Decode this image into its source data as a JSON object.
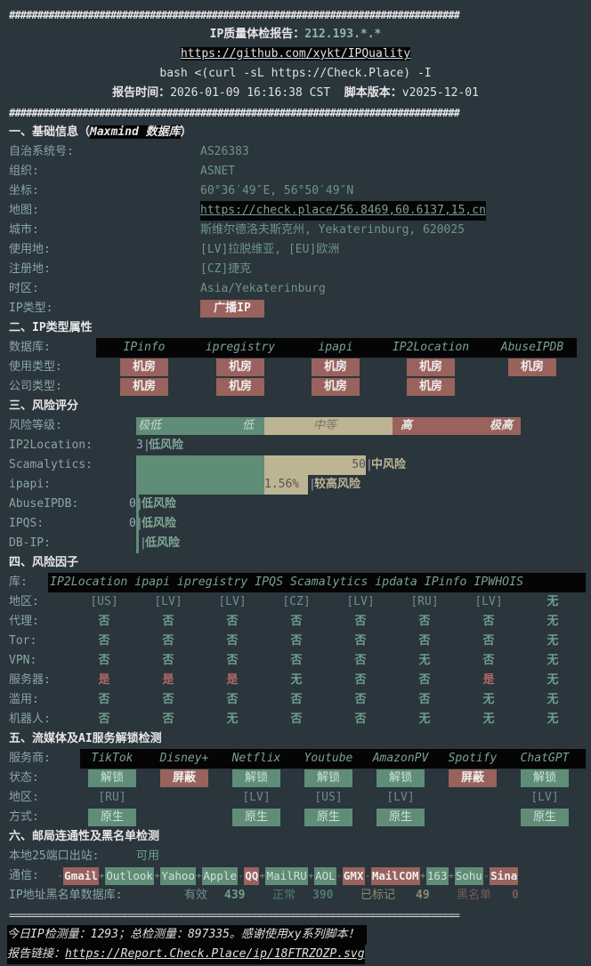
{
  "header": {
    "hash_line": "################################################################################",
    "title_label": "IP质量体检报告：",
    "title_ip": "212.193.*.*",
    "github_url": "https://github.com/xykt/IPQuality",
    "command": "bash <(curl -sL https://Check.Place) -I",
    "report_time_label": "报告时间：",
    "report_time": "2026-01-09 16:16:38 CST",
    "script_version_label": "脚本版本：",
    "script_version": "v2025-12-01"
  },
  "basic": {
    "title": "一、基础信息（",
    "title_db": "Maxmind 数据库",
    "title_end": "）",
    "rows": [
      {
        "label": "自治系统号:",
        "value": "AS26383"
      },
      {
        "label": "组织:",
        "value": "ASNET"
      },
      {
        "label": "坐标:",
        "value": "60°36′49″E, 56°50′49″N"
      },
      {
        "label": "地图:",
        "value": "https://check.place/56.8469,60.6137,15,cn"
      },
      {
        "label": "城市:",
        "value": "斯维尔德洛夫斯克州, Yekaterinburg, 620025"
      },
      {
        "label": "使用地:",
        "value": "[LV]拉脱维亚, [EU]欧洲"
      },
      {
        "label": "注册地:",
        "value": "[CZ]捷克"
      },
      {
        "label": "时区:",
        "value": "Asia/Yekaterinburg"
      },
      {
        "label": "IP类型:",
        "value": "广播IP"
      }
    ]
  },
  "iptype": {
    "title": "二、IP类型属性",
    "db_label": "数据库:",
    "databases": [
      "IPinfo",
      "ipregistry",
      "ipapi",
      "IP2Location",
      "AbuseIPDB"
    ],
    "usage_label": "使用类型:",
    "usage": [
      "机房",
      "机房",
      "机房",
      "机房",
      "机房"
    ],
    "company_label": "公司类型:",
    "company": [
      "机房",
      "机房",
      "机房",
      "机房",
      ""
    ]
  },
  "risk": {
    "title": "三、风险评分",
    "level_label": "风险等级:",
    "levels": [
      "极低",
      "低",
      "中等",
      "高",
      "极高"
    ],
    "scores": [
      {
        "source": "IP2Location:",
        "score": "3",
        "level": "低风险",
        "band": "low"
      },
      {
        "source": "Scamalytics:",
        "score": "50",
        "level": "中风险",
        "band": "medium"
      },
      {
        "source": "ipapi:",
        "score": "1.56%",
        "level": "较高风险",
        "band": "high"
      },
      {
        "source": "AbuseIPDB:",
        "score": "0",
        "level": "低风险",
        "band": "low"
      },
      {
        "source": "IPQS:",
        "score": "0",
        "level": "低风险",
        "band": "low"
      },
      {
        "source": "DB-IP:",
        "score": "",
        "level": "低风险",
        "band": "low"
      }
    ]
  },
  "factors": {
    "title": "四、风险因子",
    "lib_label": "库:",
    "libraries": [
      "IP2Location",
      "ipapi",
      "ipregistry",
      "IPQS",
      "Scamalytics",
      "ipdata",
      "IPinfo",
      "IPWHOIS"
    ],
    "rows": [
      {
        "label": "地区:",
        "values": [
          "[US]",
          "[LV]",
          "[LV]",
          "[CZ]",
          "[LV]",
          "[RU]",
          "[LV]",
          "无"
        ]
      },
      {
        "label": "代理:",
        "values": [
          "否",
          "否",
          "否",
          "否",
          "否",
          "否",
          "否",
          "无"
        ]
      },
      {
        "label": "Tor:",
        "values": [
          "否",
          "否",
          "否",
          "否",
          "否",
          "否",
          "否",
          "无"
        ]
      },
      {
        "label": "VPN:",
        "values": [
          "否",
          "否",
          "否",
          "否",
          "否",
          "无",
          "否",
          "无"
        ]
      },
      {
        "label": "服务器:",
        "values": [
          "是",
          "是",
          "是",
          "无",
          "否",
          "否",
          "是",
          "无"
        ]
      },
      {
        "label": "滥用:",
        "values": [
          "否",
          "否",
          "否",
          "否",
          "否",
          "否",
          "无",
          "无"
        ]
      },
      {
        "label": "机器人:",
        "values": [
          "否",
          "否",
          "无",
          "否",
          "否",
          "无",
          "无",
          "无"
        ]
      }
    ]
  },
  "streaming": {
    "title": "五、流媒体及AI服务解锁检测",
    "provider_label": "服务商:",
    "providers": [
      "TikTok",
      "Disney+",
      "Netflix",
      "Youtube",
      "AmazonPV",
      "Spotify",
      "ChatGPT"
    ],
    "status_label": "状态:",
    "status": [
      "解锁",
      "屏蔽",
      "解锁",
      "解锁",
      "解锁",
      "屏蔽",
      "解锁"
    ],
    "region_label": "地区:",
    "regions": [
      "[RU]",
      "",
      "[LV]",
      "[US]",
      "[LV]",
      "",
      "[LV]"
    ],
    "method_label": "方式:",
    "methods": [
      "原生",
      "",
      "原生",
      "原生",
      "原生",
      "",
      "原生"
    ]
  },
  "mail": {
    "title": "六、邮局连通性及黑名单检测",
    "port25_label": "本地25端口出站:",
    "port25_value": "可用",
    "comm_label": "通信:",
    "providers": [
      {
        "name": "Gmail",
        "ok": false
      },
      {
        "name": "Outlook",
        "ok": true
      },
      {
        "name": "Yahoo",
        "ok": true
      },
      {
        "name": "Apple",
        "ok": true
      },
      {
        "name": "QQ",
        "ok": false
      },
      {
        "name": "MailRU",
        "ok": true
      },
      {
        "name": "AOL",
        "ok": true
      },
      {
        "name": "GMX",
        "ok": false
      },
      {
        "name": "MailCOM",
        "ok": false
      },
      {
        "name": "163",
        "ok": true
      },
      {
        "name": "Sohu",
        "ok": true
      },
      {
        "name": "Sina",
        "ok": false
      }
    ],
    "blacklist_label": "IP地址黑名单数据库:",
    "valid_label": "有效",
    "valid": "439",
    "normal_label": "正常",
    "normal": "390",
    "flagged_label": "已标记",
    "flagged": "49",
    "blacklisted_label": "黑名单",
    "blacklisted": "0"
  },
  "footer": {
    "eq_line": "================================================================================",
    "stats": "今日IP检测量：1293；总检测量：897335。感谢使用xy系列脚本！",
    "report_link_label": "报告链接：",
    "report_link": "https://Report.Check.Place/ip/18FTRZOZP.svg"
  },
  "colors": {
    "background": "#2a353c",
    "green": "#5f8d78",
    "tan": "#bcb493",
    "red": "#9a625d"
  }
}
